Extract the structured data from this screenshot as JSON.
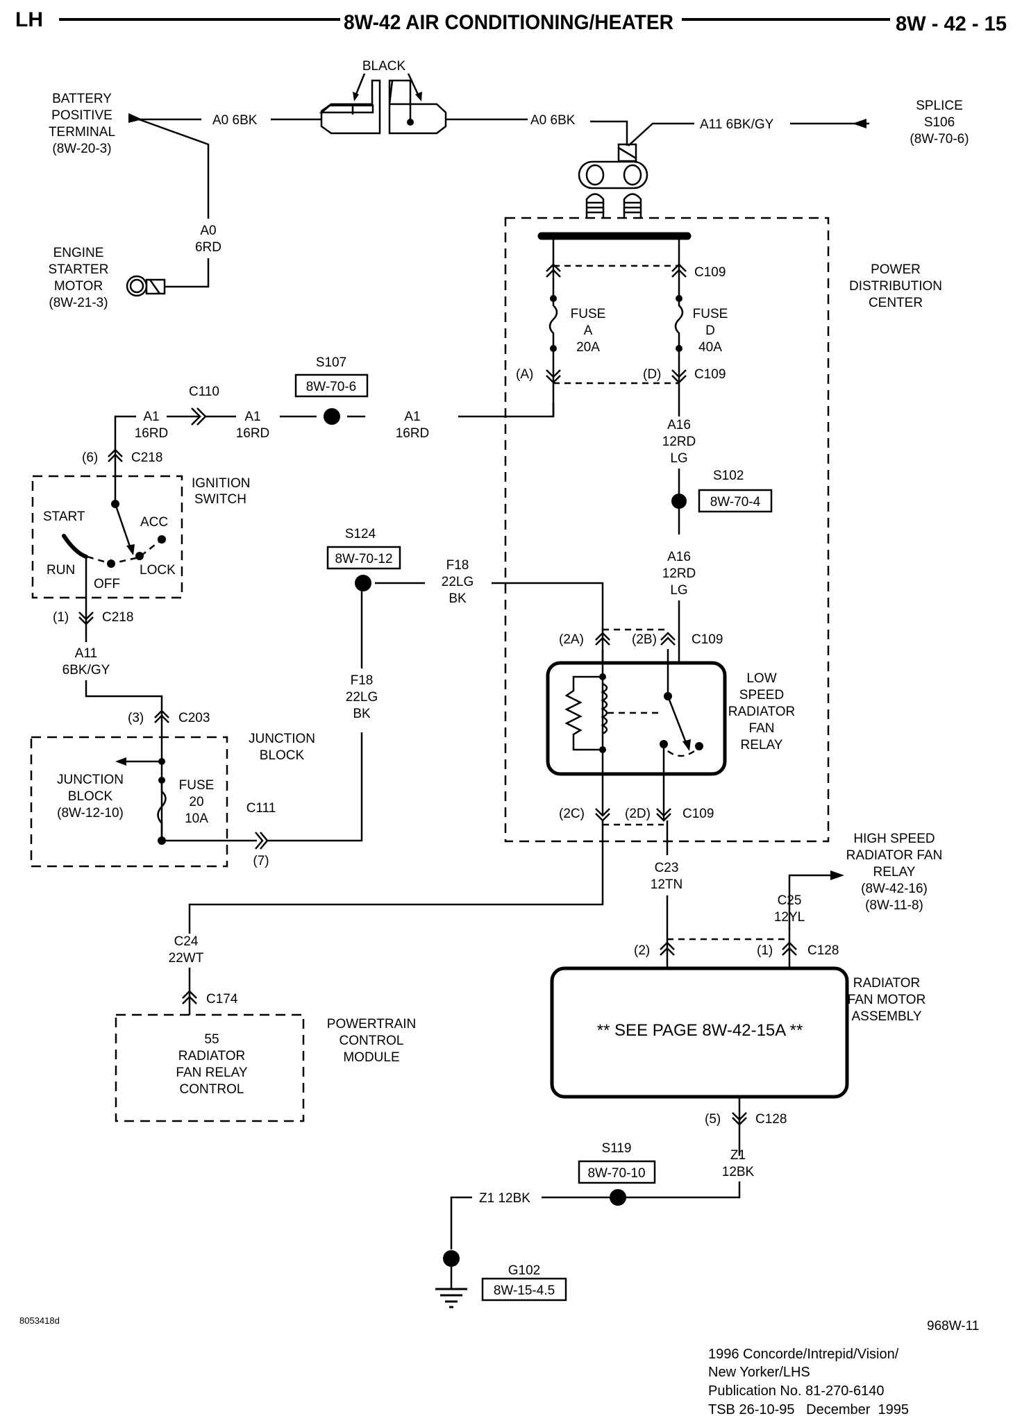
{
  "header": {
    "left": "LH",
    "title": "8W-42  AIR CONDITIONING/HEATER",
    "page": "8W - 42 - 15"
  },
  "components": {
    "battery": [
      "BATTERY",
      "POSITIVE",
      "TERMINAL",
      "(8W-20-3)"
    ],
    "starter": [
      "ENGINE",
      "STARTER",
      "MOTOR",
      "(8W-21-3)"
    ],
    "black_label": "BLACK",
    "splice_s106": [
      "SPLICE",
      "S106",
      "(8W-70-6)"
    ],
    "pdc": [
      "POWER",
      "DISTRIBUTION",
      "CENTER"
    ],
    "ignition": [
      "IGNITION",
      "SWITCH"
    ],
    "ignition_positions": {
      "start": "START",
      "run": "RUN",
      "off": "OFF",
      "lock": "LOCK",
      "acc": "ACC"
    },
    "junction_block_outer": [
      "JUNCTION",
      "BLOCK"
    ],
    "junction_block_inner": [
      "JUNCTION",
      "BLOCK",
      "(8W-12-10)"
    ],
    "low_speed_relay": [
      "LOW",
      "SPEED",
      "RADIATOR",
      "FAN",
      "RELAY"
    ],
    "high_speed_relay": [
      "HIGH SPEED",
      "RADIATOR FAN",
      "RELAY",
      "(8W-42-16)",
      "(8W-11-8)"
    ],
    "fan_motor": [
      "RADIATOR",
      "FAN MOTOR",
      "ASSEMBLY"
    ],
    "fan_motor_note": "** SEE PAGE 8W-42-15A **",
    "pcm": [
      "POWERTRAIN",
      "CONTROL",
      "MODULE"
    ],
    "pcm_inner": [
      "55",
      "RADIATOR",
      "FAN RELAY",
      "CONTROL"
    ]
  },
  "fuses": {
    "fuse_a": [
      "FUSE",
      "A",
      "20A"
    ],
    "fuse_d": [
      "FUSE",
      "D",
      "40A"
    ],
    "fuse_20": [
      "FUSE",
      "20",
      "10A"
    ]
  },
  "wires": {
    "a0_6bk_left": "A0 6BK",
    "a0_6bk_right": "A0 6BK",
    "a11_6bkgy_top": "A11 6BK/GY",
    "a0_6rd": [
      "A0",
      "6RD"
    ],
    "a1_1": [
      "A1",
      "16RD"
    ],
    "a1_2": [
      "A1",
      "16RD"
    ],
    "a1_3": [
      "A1",
      "16RD"
    ],
    "a16_1": [
      "A16",
      "12RD",
      "LG"
    ],
    "a16_2": [
      "A16",
      "12RD",
      "LG"
    ],
    "a11_6bkgy": [
      "A11",
      "6BK/GY"
    ],
    "f18_h": [
      "F18",
      "22LG",
      "BK"
    ],
    "f18_v": [
      "F18",
      "22LG",
      "BK"
    ],
    "c23": [
      "C23",
      "12TN"
    ],
    "c25": [
      "C25",
      "12YL"
    ],
    "c24": [
      "C24",
      "22WT"
    ],
    "z1_v": [
      "Z1",
      "12BK"
    ],
    "z1_h": "Z1 12BK"
  },
  "connectors": {
    "c109_top": "C109",
    "c109_mid": "C109",
    "c109_relay_top": "C109",
    "c109_relay_bot": "C109",
    "pin_a": "(A)",
    "pin_d": "(D)",
    "pin_2a": "(2A)",
    "pin_2b": "(2B)",
    "pin_2c": "(2C)",
    "pin_2d": "(2D)",
    "c110": "C110",
    "c218_top": "C218",
    "c218_top_pin": "(6)",
    "c218_bot": "C218",
    "c218_bot_pin": "(1)",
    "c203": "C203",
    "c203_pin": "(3)",
    "c111": "C111",
    "c111_pin": "(7)",
    "c174": "C174",
    "c128_top": "C128",
    "c128_pin2": "(2)",
    "c128_pin1": "(1)",
    "c128_bot": "C128",
    "c128_pin5": "(5)"
  },
  "splices": {
    "s107": {
      "name": "S107",
      "ref": "8W-70-6"
    },
    "s102": {
      "name": "S102",
      "ref": "8W-70-4"
    },
    "s124": {
      "name": "S124",
      "ref": "8W-70-12"
    },
    "s119": {
      "name": "S119",
      "ref": "8W-70-10"
    },
    "g102": {
      "name": "G102",
      "ref": "8W-15-4.5"
    }
  },
  "footer": {
    "left_code": "8053418d",
    "right_code": "968W-11",
    "pub_lines": [
      "1996 Concorde/Intrepid/Vision/",
      "New Yorker/LHS",
      "Publication No. 81-270-6140",
      "TSB 26-10-95   December  1995"
    ]
  }
}
